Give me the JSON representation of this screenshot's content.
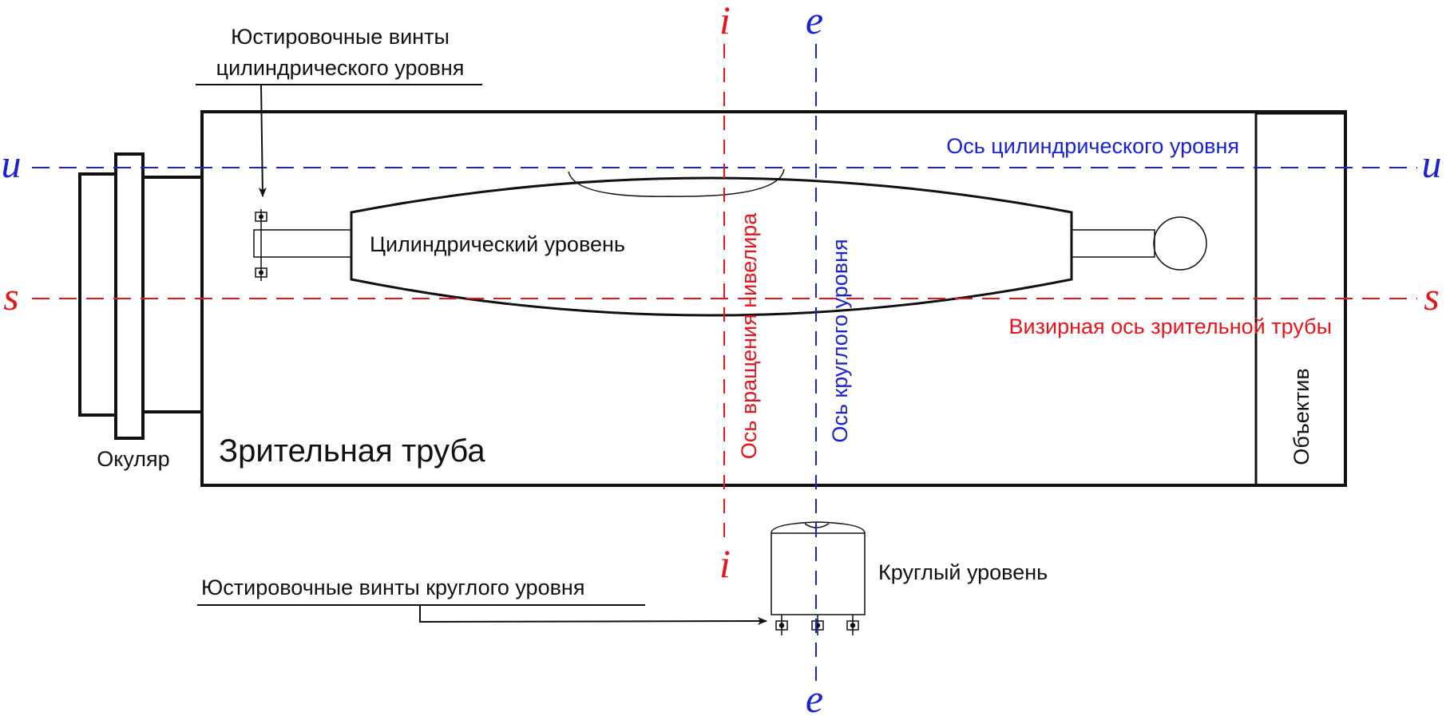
{
  "colors": {
    "red": "#e8141c",
    "blue": "#1a22d6",
    "black": "#111111"
  },
  "axes": {
    "i_top": "i",
    "i_bottom": "i",
    "e_top": "e",
    "e_bottom": "e",
    "u_left": "u",
    "u_right": "u",
    "s_left": "s",
    "s_right": "s"
  },
  "labels": {
    "cyl_screws_line1": "Юстировочные винты",
    "cyl_screws_line2": "цилиндрического уровня",
    "cyl_axis": "Ось цилиндрического уровня",
    "cyl_level": "Цилиндрический уровень",
    "sight_axis": "Визирная ось зрительной  трубы",
    "rotation_axis": "Ось вращения нивелира",
    "round_axis": "Ось круглого уровня",
    "objective": "Объектив",
    "eyepiece": "Окуляр",
    "telescope": "Зрительная труба",
    "round_level": "Круглый уровень",
    "round_screws": "Юстировочные винты круглого уровня"
  }
}
